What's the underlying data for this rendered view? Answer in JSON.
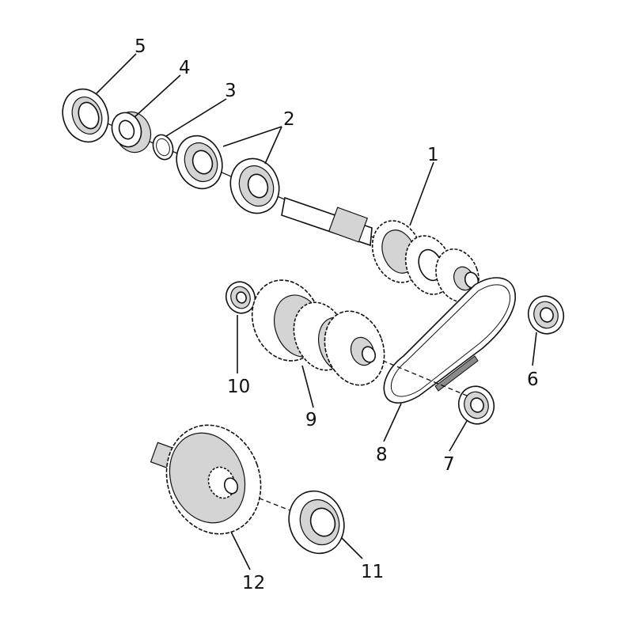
{
  "diagram": {
    "callouts": [
      {
        "id": "1",
        "text": "1"
      },
      {
        "id": "2",
        "text": "2"
      },
      {
        "id": "3",
        "text": "3"
      },
      {
        "id": "4",
        "text": "4"
      },
      {
        "id": "5",
        "text": "5"
      },
      {
        "id": "6",
        "text": "6"
      },
      {
        "id": "7",
        "text": "7"
      },
      {
        "id": "8",
        "text": "8"
      },
      {
        "id": "9",
        "text": "9"
      },
      {
        "id": "10",
        "text": "10"
      },
      {
        "id": "11",
        "text": "11"
      },
      {
        "id": "12",
        "text": "12"
      }
    ],
    "colors": {
      "line": "#111111",
      "fill": "#ffffff",
      "shade": "#d4d4d4"
    }
  }
}
